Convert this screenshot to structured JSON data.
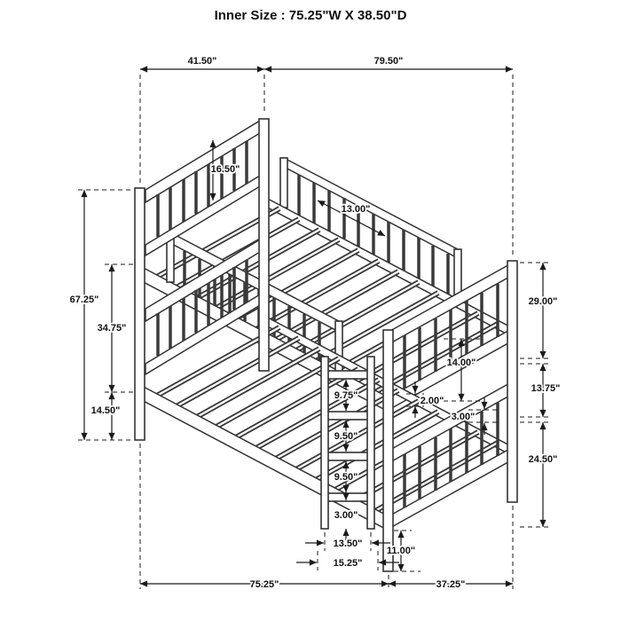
{
  "title": "Inner Size : 75.25\"W X 38.50\"D",
  "dims": {
    "top_width_left": "41.50\"",
    "top_width_right": "79.50\"",
    "headboard_panel_height": "16.50\"",
    "slat_span": "13.00\"",
    "overall_height": "67.25\"",
    "upper_section_height": "34.75\"",
    "lower_deck_height": "14.50\"",
    "right_upper_height": "29.00\"",
    "guard_gap_height": "14.00\"",
    "right_mid_height": "13.75\"",
    "rail_thickness": "2.00\"",
    "lower_rail_thickness": "3.00\"",
    "right_lower_height": "24.50\"",
    "ladder_gap_top": "9.75\"",
    "ladder_gap_mid": "9.50\"",
    "ladder_gap_lower": "9.50\"",
    "ladder_gap_bottom": "3.00\"",
    "ladder_inner_width": "13.50\"",
    "ladder_outer_width": "15.25\"",
    "foot_leg_height": "11.00\"",
    "bottom_width_left": "75.25\"",
    "bottom_width_right": "37.25\""
  }
}
